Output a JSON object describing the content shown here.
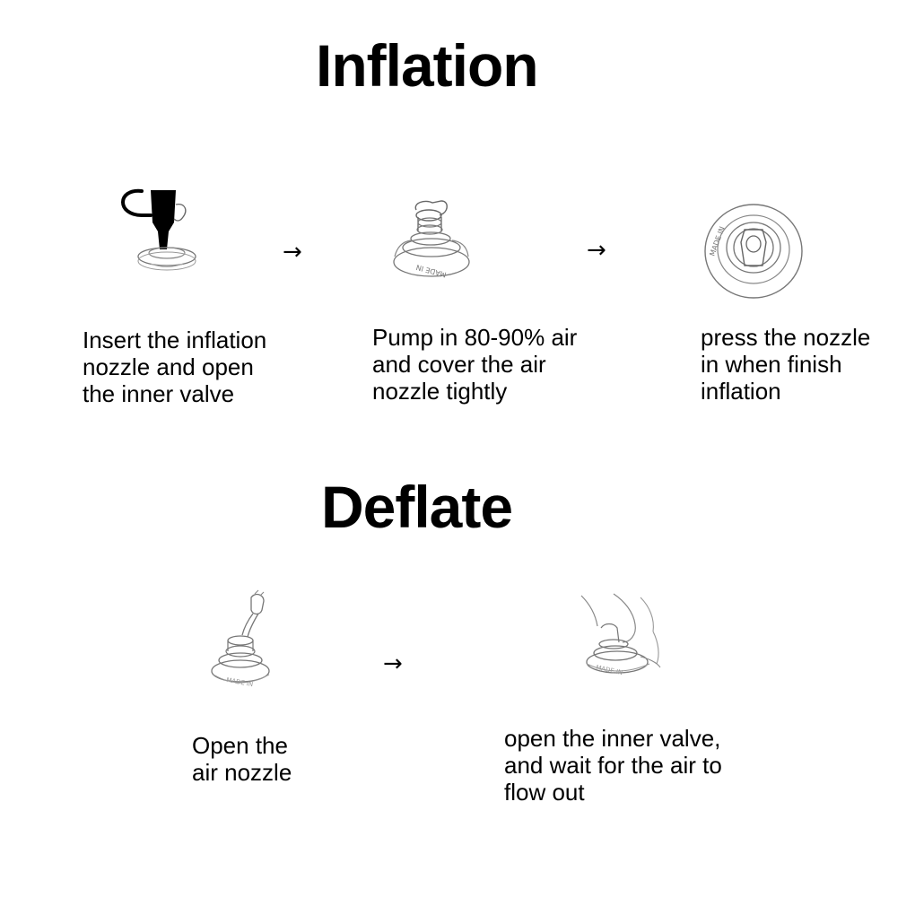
{
  "inflation": {
    "title": "Inflation",
    "steps": [
      {
        "icon": "pump-nozzle-insert-icon",
        "caption": [
          "Insert the inflation",
          "nozzle and open",
          "the inner valve"
        ]
      },
      {
        "icon": "valve-capped-icon",
        "caption": [
          "Pump in 80-90% air",
          "and cover the air",
          "nozzle tightly"
        ]
      },
      {
        "icon": "valve-pressed-top-icon",
        "caption": [
          "press the nozzle",
          "in when finish",
          "inflation"
        ]
      }
    ]
  },
  "deflate": {
    "title": "Deflate",
    "steps": [
      {
        "icon": "valve-open-cap-icon",
        "caption": [
          "Open the",
          "air nozzle"
        ]
      },
      {
        "icon": "hand-open-valve-icon",
        "caption": [
          "open the inner valve,",
          "and wait for the air to",
          "flow out"
        ]
      }
    ]
  },
  "arrow_glyph": "→",
  "valve_stamp_text": "MADE IN"
}
